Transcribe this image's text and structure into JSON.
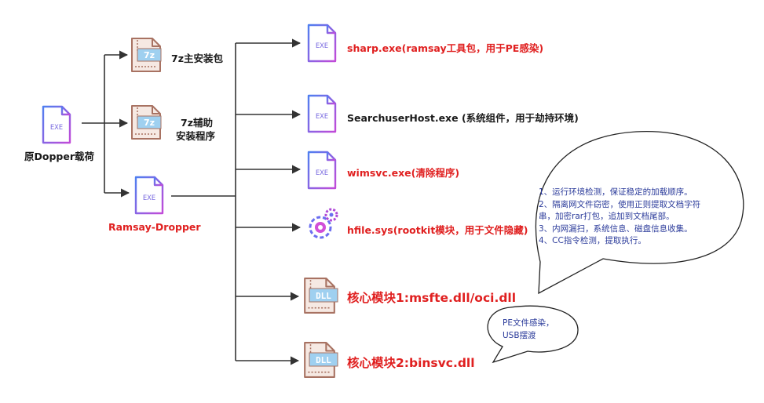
{
  "nodes": {
    "origin": {
      "label": "原Dopper载荷",
      "icon": "exe-file-icon",
      "badge": "EXE"
    },
    "installer_main": {
      "label": "7z主安装包",
      "icon": "7z-archive-icon",
      "badge": "7z"
    },
    "installer_aux": {
      "label_line1": "7z辅助",
      "label_line2": "安装程序",
      "icon": "7z-archive-icon",
      "badge": "7z"
    },
    "dropper": {
      "label": "Ramsay-Dropper",
      "icon": "exe-file-icon",
      "badge": "EXE"
    },
    "sharp": {
      "label": "sharp.exe(ramsay工具包，用于PE感染)",
      "icon": "exe-file-icon",
      "badge": "EXE"
    },
    "searchuser": {
      "label": "SearchuserHost.exe (系统组件，用于劫持环境)",
      "icon": "exe-file-icon",
      "badge": "EXE"
    },
    "wimsvc": {
      "label": "wimsvc.exe(清除程序)",
      "icon": "exe-file-icon",
      "badge": "EXE"
    },
    "hfile": {
      "label": "hfile.sys(rootkit模块，用于文件隐藏)",
      "icon": "gear-settings-icon"
    },
    "core1": {
      "label": "核心模块1:msfte.dll/oci.dll",
      "icon": "dll-file-icon",
      "badge": "DLL"
    },
    "core2": {
      "label": "核心模块2:binsvc.dll",
      "icon": "dll-file-icon",
      "badge": "DLL"
    }
  },
  "bubbles": {
    "core1_notes": [
      "1、运行环境检测，保证稳定的加载顺序。",
      "2、隔离网文件窃密，使用正则提取文档字符",
      "串，加密rar打包，追加到文档尾部。",
      "3、内网漏扫，系统信息、磁盘信息收集。",
      "4、CC指令检测，提取执行。"
    ],
    "core2_notes": [
      "PE文件感染，",
      "USB摆渡"
    ]
  },
  "colors": {
    "exe_blue": "#5b6ee8",
    "exe_purple": "#b04ad8",
    "archive_brown": "#a07060",
    "archive_fill": "#f5e8e2",
    "badge_blue": "#9fd0f0",
    "label_red": "#e02020",
    "bubble_text": "#2a3a9a",
    "arrow": "#333333"
  }
}
